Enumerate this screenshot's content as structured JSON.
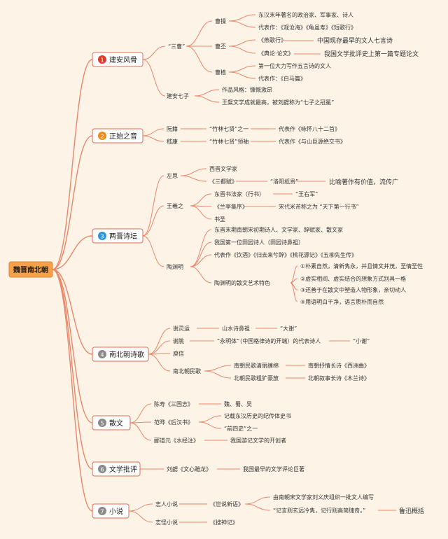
{
  "root": {
    "label": "魏晋南北朝"
  },
  "sections": [
    {
      "num": "1",
      "title": "建安风骨",
      "color": "#e03a2a"
    },
    {
      "num": "2",
      "title": "正始之音",
      "color": "#f08c1a"
    },
    {
      "num": "3",
      "title": "两晋诗坛",
      "color": "#2f93d8"
    },
    {
      "num": "4",
      "title": "南北朝诗歌",
      "color": "#8a8a8a"
    },
    {
      "num": "5",
      "title": "散文",
      "color": "#8a8a8a"
    },
    {
      "num": "6",
      "title": "文学批评",
      "color": "#8a8a8a"
    },
    {
      "num": "7",
      "title": "小说",
      "color": "#8a8a8a"
    }
  ],
  "nodes": {
    "s1": {
      "sancao": "“三曹”",
      "caocao": "曹操",
      "caocao_1": "东汉末年著名的政治家、军事家、诗人",
      "caocao_2": "代表作：《观沧海》《龟虽寿》《短歌行》",
      "caopi": "曹丕",
      "caopi_1": "《燕歌行》",
      "caopi_1_note": "中国现存最早的文人七言诗",
      "caopi_2": "《典论·论文》",
      "caopi_2_note": "我国文学批评史上第一篇专题论文",
      "caozhi": "曹植",
      "caozhi_1": "第一位大力写作五言诗的文人",
      "caozhi_2": "代表作：《白马篇》",
      "qizi": "建安七子",
      "qizi_1": "作品风格：慷慨激昂",
      "qizi_2": "王粲文学成就最高，被刘勰称为“七子之冠冕”"
    },
    "s2": {
      "ruanji": "阮籍",
      "ruanji_1": "“竹林七贤”之一",
      "ruanji_2": "代表作《咏怀八十二首》",
      "jikang": "嵇康",
      "jikang_1": "“竹林七贤”领袖",
      "jikang_2": "代表作《与山巨源绝交书》"
    },
    "s3": {
      "zuosi": "左思",
      "zuosi_1": "西晋文学家",
      "zuosi_2": "《三都赋》",
      "zuosi_3": "“洛阳纸贵”",
      "zuosi_4": "比喻著作有价值，流传广",
      "wxz": "王羲之",
      "wxz_1": "东晋书法家（行书）",
      "wxz_1b": "“王右军”",
      "wxz_2": "《兰亭集序》",
      "wxz_2b": "宋代米芾称之为 “天下第一行书”",
      "wxz_3": "书圣",
      "tym": "陶渊明",
      "tym_1": "东晋末期南朝宋初期诗人、文学家、辞赋家、散文家",
      "tym_2": "我国第一位田园诗人（田园诗鼻祖）",
      "tym_3": "代表作《饮酒》《归去来兮辞》《桃花源记》《五柳先生传》",
      "tym_4": "陶渊明的散文艺术特色",
      "tym_4_1": "①朴素自然，清新隽永，并且情文并茂，至情至性",
      "tym_4_2": "②虚实相间、虚实结合的想象方式别具一格",
      "tym_4_3": "③还善于在散文中塑造人物形象，亲切动人",
      "tym_4_4": "④用语明白干净，语言质朴而自然"
    },
    "s4": {
      "xly": "谢灵运",
      "xly_1": "山水诗鼻祖",
      "xly_2": "“大谢”",
      "xt": "谢朓",
      "xt_1": "“永明体”（中国格律诗的开端）的代表诗人",
      "xt_2": "“小谢”",
      "yx": "庾信",
      "mg": "南北朝民歌",
      "mg_1": "南朝民歌清丽缠绵",
      "mg_1b": "南朝抒情长诗《西洲曲》",
      "mg_2": "北朝民歌粗犷豪放",
      "mg_2b": "北朝叙事长诗《木兰诗》"
    },
    "s5": {
      "cs": "陈寿《三国志》",
      "cs_1": "魏、蜀、吴",
      "fy": "范晔《后汉书》",
      "fy_1": "记载东汉历史的纪传体史书",
      "fy_2": "“前四史”之一",
      "ldy": "郦道元《水经注》",
      "ldy_1": "我国游记文学的开创者"
    },
    "s6": {
      "lx": "刘勰《文心雕龙》",
      "lx_1": "我国最早的文学评论巨著"
    },
    "s7": {
      "zr": "志人小说",
      "zr_1": "《世说新语》",
      "zr_2": "由南朝宋文学家刘义庆组织一批文人编写",
      "zr_3": "“记言则玄远冷隽，记行则高简瑰奇。”",
      "zr_4": "鲁迅概括",
      "zg": "志怪小说",
      "zg_1": "《搜神记》"
    }
  }
}
